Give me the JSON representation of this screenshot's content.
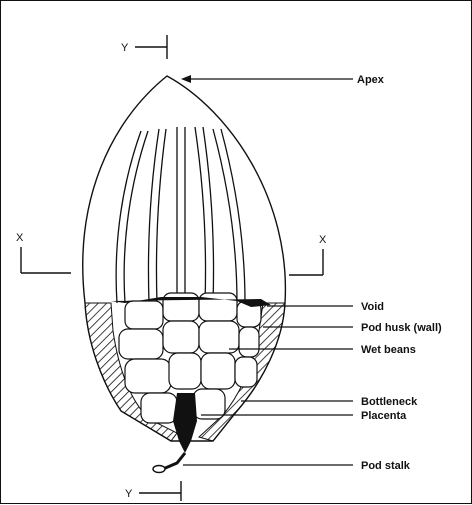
{
  "diagram": {
    "labels": {
      "apex": "Apex",
      "void": "Void",
      "pod_husk": "Pod husk (wall)",
      "wet_beans": "Wet beans",
      "bottleneck": "Bottleneck",
      "placenta": "Placenta",
      "pod_stalk": "Pod stalk"
    },
    "section_marks": {
      "y_top": "Y",
      "y_bottom": "Y",
      "x_left": "X",
      "x_right": "X"
    }
  }
}
